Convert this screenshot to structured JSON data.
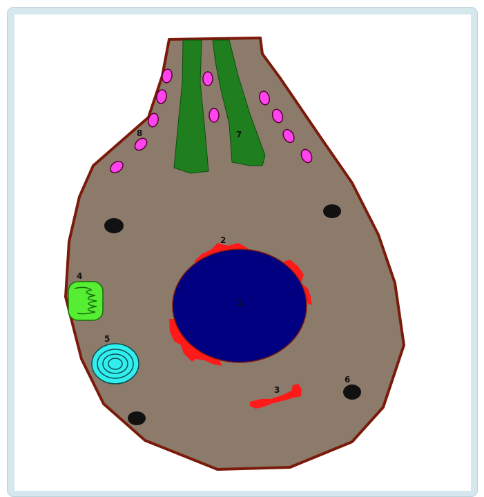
{
  "diagram": {
    "labels": {
      "nucleus": "1",
      "rough_er": "2",
      "smooth_er": "3",
      "mitochondrion": "4",
      "golgi": "5",
      "vesicle": "6",
      "microvilli": "7",
      "secretory_granule": "8"
    },
    "colors": {
      "frame": "#d6e8ee",
      "cytoplasm": "#8c7a6b",
      "membrane": "#7a1a0a",
      "nucleus": "#000080",
      "er": "#ff1a1a",
      "microvilli": "#1f7f1f",
      "granule": "#ff44ee",
      "mitochondrion": "#55ee33",
      "golgi": "#33eeee",
      "vesicle": "#111111"
    }
  }
}
